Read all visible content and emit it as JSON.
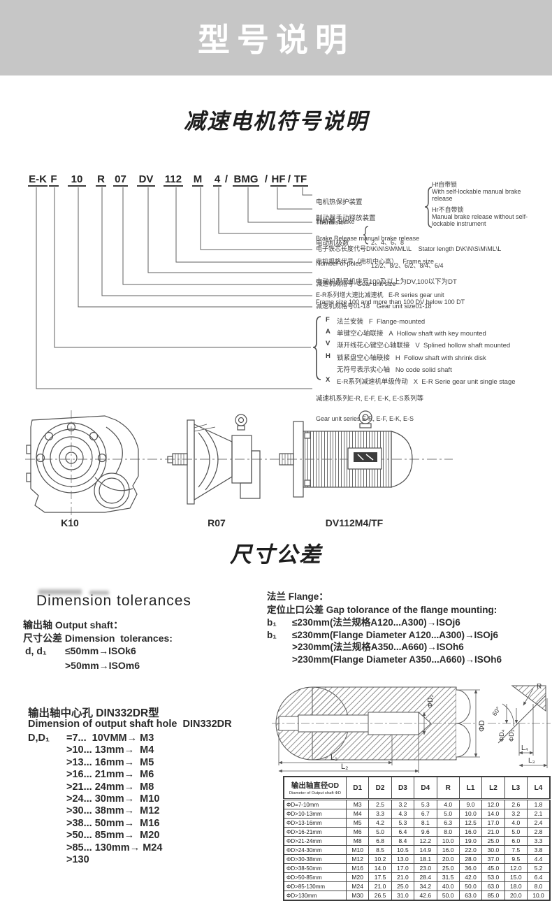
{
  "page": {
    "banner_title": "型号说明",
    "section1_title": "减速电机符号说明",
    "section2_title": "尺寸公差"
  },
  "model_code": {
    "tokens": [
      "E-K",
      "F",
      "10",
      "R",
      "07",
      "DV",
      "112",
      "M",
      "4",
      "/",
      "BMG",
      "/",
      "HF",
      "/",
      "TF"
    ],
    "mount_options": [
      {
        "code": "F",
        "text": "法兰安装   F  Flange-mounted"
      },
      {
        "code": "A",
        "text": "单键空心轴联接   A  Hollow shaft with key mounted"
      },
      {
        "code": "V",
        "text": "渐开线花心键空心轴联接   V  Splined hollow shaft mounted"
      },
      {
        "code": "H",
        "text": "锁紧盘空心轴联接   H  Follow shaft with shrink disk"
      },
      {
        "code": "",
        "text": "无符号表示实心轴   No code solid shaft"
      },
      {
        "code": "X",
        "text": "E-R系列减速机单级传动   X  E-R Serie gear unit single stage"
      }
    ]
  },
  "callouts": {
    "tf_cn": "电机热保护装置",
    "tf_en": "Thermistor",
    "hf_cn": "制动器手动释放装置",
    "hf_en": "Brake Release manual brake release",
    "bmg": "制动器  Brake",
    "poles_cn": "电动机极数",
    "poles_en": "Number of poles",
    "poles_v1": "2、4、6、8",
    "poles_v2": "12/2、8/2、6/2、8/4、6/4",
    "m_line": "电子铁芯长度代号D\\K\\N\\S\\M\\ML\\L    Stator length D\\K\\N\\S\\M\\ML\\L",
    "frame_line": "电机规格代号（电机中心高）   Frame size",
    "dv_cn": "电动机型号机座号100及以上为DV,100以下为DT",
    "dv_en": "Frame size 100 and more than 100 DV below 100 DT",
    "gu_size": "减速机规格号  Gear unit size",
    "er_line": "E-R系列增大速比减速机   E-R series gear unit",
    "gu_0118": "减速机规格号01-18    Gear unit size01-18",
    "series_cn": "减速机系列E-R, E-F, E-K, E-S系列等",
    "series_en": "Gear unit series E-R, E-F, E-K, E-S"
  },
  "brake_release": {
    "hf_cn": "Hf自带锁",
    "hf_en": "With self-lockable manual brake release",
    "hr_cn": "Hr不自带锁",
    "hr_en": "Manual brake release without self-lockable instrument"
  },
  "drawings": {
    "labels": [
      "K10",
      "R07",
      "DV112M4/TF"
    ]
  },
  "dimension_tolerances": {
    "heading": "Dimension  tolerances",
    "line1": "输出轴 Output shaft：",
    "line2": "尺寸公差 Dimension  tolerances:",
    "d_label": "d, d₁",
    "rule1": "≤50mm→ISOk6",
    "rule2": ">50mm→ISOm6"
  },
  "flange": {
    "heading": "法兰 Flange：",
    "line1": "定位止口公差 Gap tolorance of the flange mounting:",
    "rows": [
      {
        "pre": "b₁",
        "text": "≤230mm(法兰规格A120...A300)→ISOj6"
      },
      {
        "pre": "b₁",
        "text": "≤230mm(Flange Diameter A120...A300)→ISOj6"
      },
      {
        "pre": "",
        "text": ">230mm(法兰规格A350...A660)→ISOh6"
      },
      {
        "pre": "",
        "text": ">230mm(Flange Diameter A350...A660)→ISOh6"
      }
    ]
  },
  "shaft_hole": {
    "heading_cn": "输出轴中心孔 DIN332DR型",
    "heading_en": "Dimension of output shaft hole  DIN332DR",
    "prefix": "D,D₁",
    "rows": [
      "=7...  10VMM→ M3",
      ">10... 13mm→  M4",
      ">13... 16mm→  M5",
      ">16... 21mm→  M6",
      ">21... 24mm→  M8",
      ">24... 30mm→  M10",
      ">30... 38mm→  M12",
      ">38... 50mm→  M16",
      ">50... 85mm→  M20",
      ">85... 130mm→ M24",
      ">130"
    ]
  },
  "drawing_dims": {
    "l1": "L₁",
    "l2": "L₂",
    "phi_d2": "ΦD₂",
    "phi_d": "ΦD",
    "angle": "60°",
    "r": "R",
    "phi_d4": "ΦD₄",
    "phi_d3": "ΦD₃",
    "l4": "L₄",
    "l3": "L₃"
  },
  "table": {
    "header_cell_cn": "输出轴直径OD",
    "header_cell_en": "Diameter of Output shaft ΦD",
    "columns": [
      "D1",
      "D2",
      "D3",
      "D4",
      "R",
      "L1",
      "L2",
      "L3",
      "L4"
    ],
    "rows": [
      [
        "ΦD=7-10mm",
        "M3",
        "2.5",
        "3.2",
        "5.3",
        "4.0",
        "9.0",
        "12.0",
        "2.6",
        "1.8"
      ],
      [
        "ΦD>10-13mm",
        "M4",
        "3.3",
        "4.3",
        "6.7",
        "5.0",
        "10.0",
        "14.0",
        "3.2",
        "2.1"
      ],
      [
        "ΦD>13-16mm",
        "M5",
        "4.2",
        "5.3",
        "8.1",
        "6.3",
        "12.5",
        "17.0",
        "4.0",
        "2.4"
      ],
      [
        "ΦD>16-21mm",
        "M6",
        "5.0",
        "6.4",
        "9.6",
        "8.0",
        "16.0",
        "21.0",
        "5.0",
        "2.8"
      ],
      [
        "ΦD>21-24mm",
        "M8",
        "6.8",
        "8.4",
        "12.2",
        "10.0",
        "19.0",
        "25.0",
        "6.0",
        "3.3"
      ],
      [
        "ΦD>24-30mm",
        "M10",
        "8.5",
        "10.5",
        "14.9",
        "16.0",
        "22.0",
        "30.0",
        "7.5",
        "3.8"
      ],
      [
        "ΦD>30-38mm",
        "M12",
        "10.2",
        "13.0",
        "18.1",
        "20.0",
        "28.0",
        "37.0",
        "9.5",
        "4.4"
      ],
      [
        "ΦD>38-50mm",
        "M16",
        "14.0",
        "17.0",
        "23.0",
        "25.0",
        "36.0",
        "45.0",
        "12.0",
        "5.2"
      ],
      [
        "ΦD>50-85mm",
        "M20",
        "17.5",
        "21.0",
        "28.4",
        "31.5",
        "42.0",
        "53.0",
        "15.0",
        "6.4"
      ],
      [
        "ΦD>85-130mm",
        "M24",
        "21.0",
        "25.0",
        "34.2",
        "40.0",
        "50.0",
        "63.0",
        "18.0",
        "8.0"
      ],
      [
        "ΦD>130mm",
        "M30",
        "26.5",
        "31.0",
        "42.6",
        "50.0",
        "63.0",
        "85.0",
        "20.0",
        "10.0"
      ]
    ]
  }
}
